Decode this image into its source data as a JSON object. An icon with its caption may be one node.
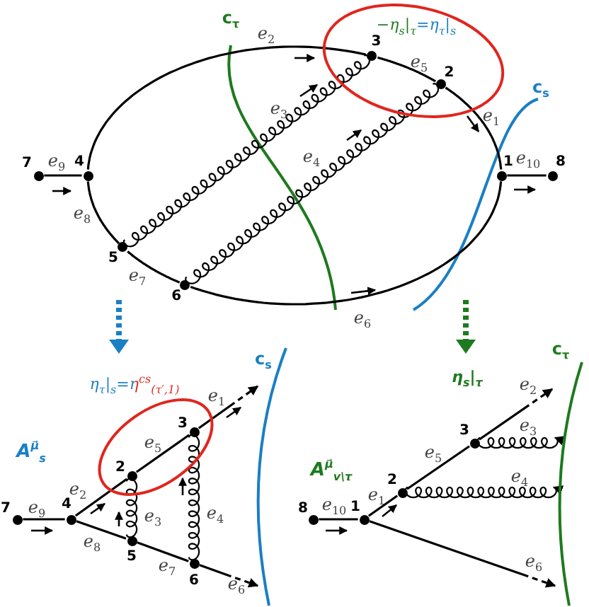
{
  "diagram": {
    "nodes": [
      {
        "text": [
          "−η$_{s}$|$_{τ}$=η$_{τ}$|$_{s}$"
        ]
      },
      {
        "text": [
          "7"
        ]
      },
      {
        "text": [
          "4"
        ]
      },
      {
        "text": [
          "3"
        ],
        "in": 0
      },
      {
        "text": [
          "2"
        ],
        "in": 0
      },
      {
        "text": [
          "1"
        ]
      },
      {
        "text": [
          "8"
        ]
      },
      {
        "text": [
          "5"
        ]
      },
      {
        "text": [
          "6"
        ]
      },
      {
        "text": [
          "η$_{τ}$|$_{s}$=η$^{cs}$$_{(τ′,1)}$"
        ]
      },
      {
        "text": [
          "3"
        ],
        "in": 9
      },
      {
        "text": [
          "2"
        ],
        "in": 9
      },
      {
        "text": [
          "7"
        ]
      },
      {
        "text": [
          "4"
        ]
      },
      {
        "text": [
          "5"
        ]
      },
      {
        "text": [
          "6"
        ]
      },
      {
        "text": [
          "8"
        ]
      },
      {
        "text": [
          "1"
        ]
      },
      {
        "text": [
          "2"
        ]
      },
      {
        "text": [
          "3"
        ]
      },
      {
        "text": [
          "c$_{s}$"
        ]
      },
      {
        "text": [
          "c$_{τ}$"
        ]
      }
    ],
    "edges": [
      {
        "from": 1,
        "to": 2,
        "arrow": "none",
        "label": "e$_{9}$"
      },
      {
        "from": 2,
        "to": 3,
        "arrow": "none",
        "label": "e$_{2}$"
      },
      {
        "from": 3,
        "to": 4,
        "arrow": "none",
        "label": "e$_{5}$"
      },
      {
        "from": 4,
        "to": 5,
        "arrow": "none",
        "label": "e$_{1}$"
      },
      {
        "from": 5,
        "to": 6,
        "arrow": "none",
        "label": "e$_{10}$"
      },
      {
        "from": 2,
        "to": 7,
        "arrow": "none",
        "label": "e$_{8}$"
      },
      {
        "from": 7,
        "to": 8,
        "arrow": "none",
        "label": "e$_{7}$"
      },
      {
        "from": 8,
        "to": 5,
        "arrow": "none",
        "label": "e$_{6}$"
      },
      {
        "from": 7,
        "to": 3,
        "arrow": "none",
        "label": "e$_{3}$"
      },
      {
        "from": 8,
        "to": 4,
        "arrow": "none",
        "label": "e$_{4}$"
      },
      {
        "from": 12,
        "to": 13,
        "arrow": "none",
        "label": "e$_{9}$"
      },
      {
        "from": 13,
        "to": 11,
        "arrow": "none",
        "label": "e$_{2}$"
      },
      {
        "from": 11,
        "to": 10,
        "arrow": "none",
        "label": "e$_{5}$"
      },
      {
        "from": 10,
        "to": 20,
        "arrow": "to",
        "label": "e$_{1}$",
        "style": "dashed"
      },
      {
        "from": 13,
        "to": 14,
        "arrow": "none",
        "label": "e$_{8}$"
      },
      {
        "from": 14,
        "to": 15,
        "arrow": "none",
        "label": "e$_{7}$"
      },
      {
        "from": 15,
        "to": 20,
        "arrow": "to",
        "label": "e$_{6}$",
        "style": "dashed"
      },
      {
        "from": 14,
        "to": 11,
        "arrow": "none",
        "label": "e$_{3}$"
      },
      {
        "from": 15,
        "to": 10,
        "arrow": "none",
        "label": "e$_{4}$"
      },
      {
        "from": 16,
        "to": 17,
        "arrow": "none",
        "label": "e$_{10}$"
      },
      {
        "from": 17,
        "to": 18,
        "arrow": "none",
        "label": "e$_{1}$"
      },
      {
        "from": 18,
        "to": 19,
        "arrow": "none",
        "label": "e$_{5}$"
      },
      {
        "from": 19,
        "to": 21,
        "arrow": "to",
        "label": "e$_{2}$",
        "style": "dashed"
      },
      {
        "from": 19,
        "to": 21,
        "arrow": "to",
        "label": "e$_{3}$"
      },
      {
        "from": 18,
        "to": 21,
        "arrow": "to",
        "label": "e$_{4}$"
      },
      {
        "from": 17,
        "to": 21,
        "arrow": "to",
        "label": "e$_{6}$",
        "style": "dashed"
      }
    ],
    "labels": [
      "c$_{τ}$",
      "c$_{s}$",
      "η$_{s}$|$_{τ}$",
      "A$^{μ⃗}$$_{s}$",
      "A$^{μ⃗}$$_{v\\τ}$"
    ]
  }
}
